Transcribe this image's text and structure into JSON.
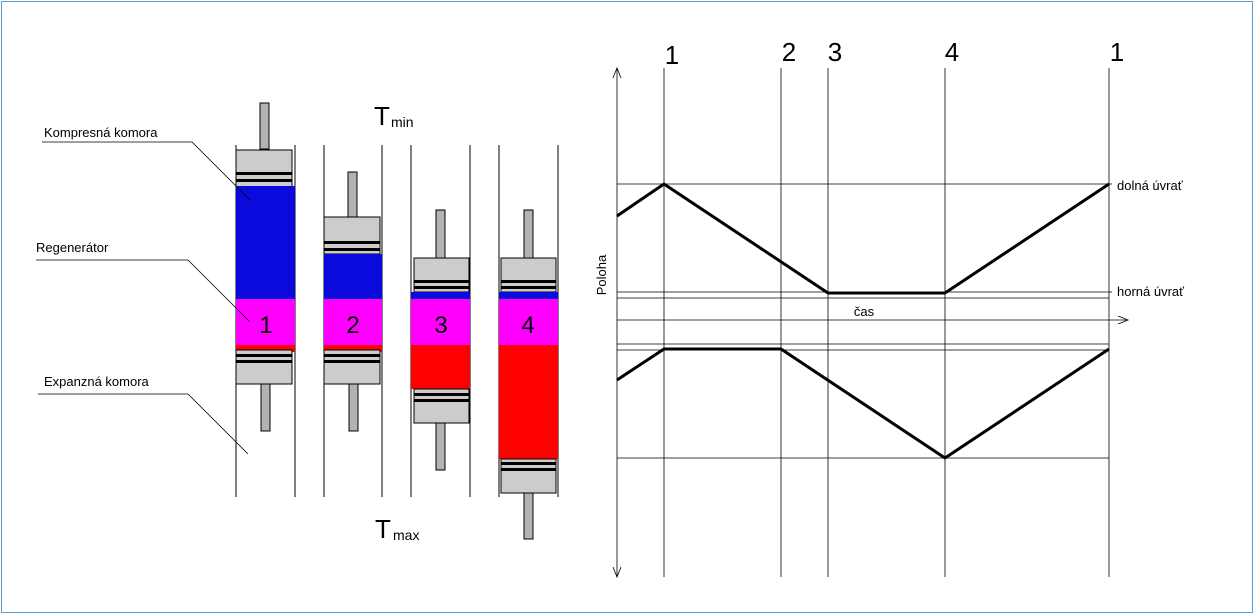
{
  "labels": {
    "compression_chamber": "Kompresná komora",
    "regenerator": "Regenerátor",
    "expansion_chamber": "Expanzná komora",
    "t_min_symbol": "T",
    "t_min_sub": "min",
    "t_max_symbol": "T",
    "t_max_sub": "max"
  },
  "cylinders": [
    "1",
    "2",
    "3",
    "4"
  ],
  "graph": {
    "phase_labels": [
      "1",
      "2",
      "3",
      "4",
      "1"
    ],
    "y_axis_label": "Poloha",
    "x_axis_label": "čas",
    "bottom_dead_center": "dolná úvrať",
    "top_dead_center": "horná úvrať"
  },
  "colors": {
    "compression": "#0a0adc",
    "regenerator": "#ff00ff",
    "expansion": "#ff0000",
    "piston": "#cccccc",
    "frame": "#5b9bd5"
  }
}
